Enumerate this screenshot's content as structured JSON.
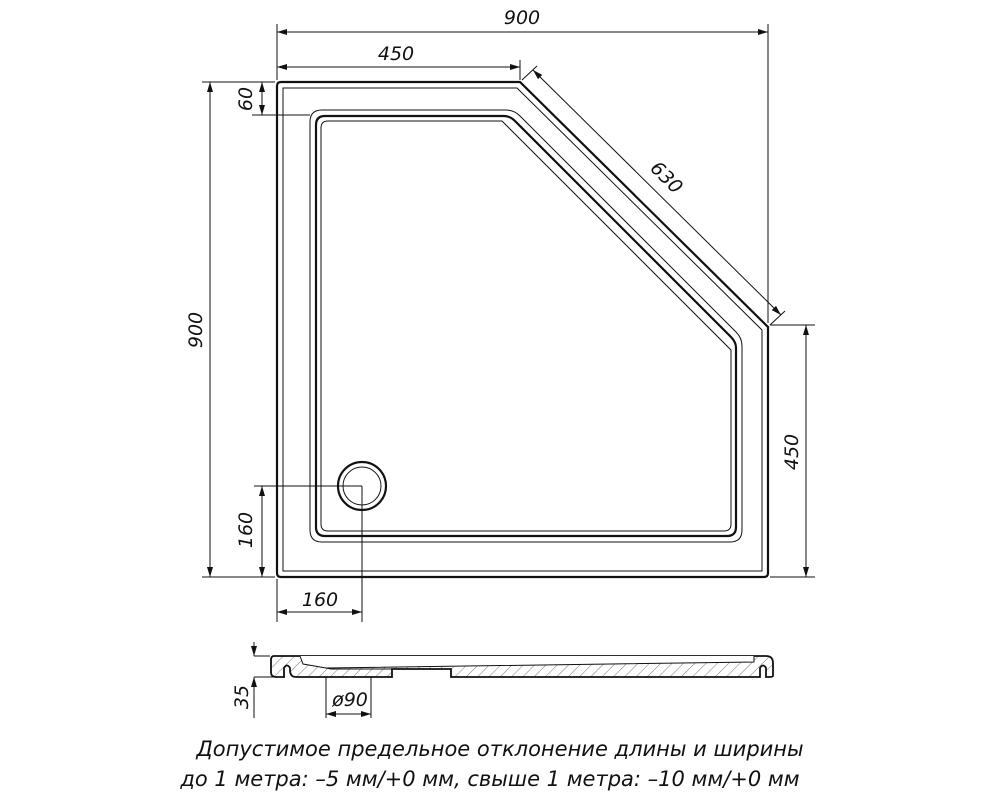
{
  "dimensions": {
    "total_width": "900",
    "top_straight": "450",
    "diagonal": "630",
    "total_depth": "900",
    "rim": "60",
    "right_straight": "450",
    "drain_offset_y": "160",
    "drain_offset_x": "160",
    "height": "35",
    "drain_diameter": "ø90"
  },
  "note": {
    "line1": "Допустимое предельное отклонение длины и ширины",
    "line2": "до 1 метра: –5 мм/+0 мм, свыше 1 метра: –10 мм/+0 мм"
  }
}
